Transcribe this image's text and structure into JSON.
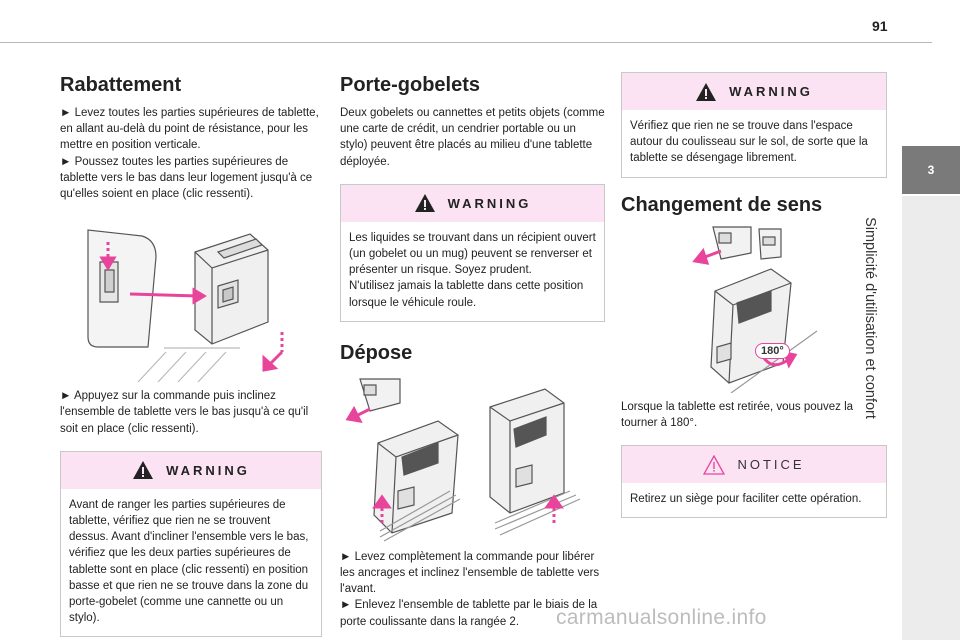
{
  "page": {
    "number": "91"
  },
  "side_tab": {
    "chapter": "3",
    "title": "Simplicité d'utilisation et confort"
  },
  "col1": {
    "heading": "Rabattement",
    "para1": "► Levez toutes les parties supérieures de tablette, en allant au-delà du point de résistance, pour les mettre en position verticale.",
    "para2": "► Poussez toutes les parties supérieures de tablette vers le bas dans leur logement jusqu'à ce qu'elles soient en place (clic ressenti).",
    "para3": "► Appuyez sur la commande puis inclinez l'ensemble de tablette vers le bas jusqu'à ce qu'il soit en place (clic ressenti).",
    "warning_title": "WARNING",
    "warning_body": "Avant de ranger les parties supérieures de tablette, vérifiez que rien ne se trouvent dessus. Avant d'incliner l'ensemble vers le bas, vérifiez que les deux parties supérieures de tablette sont en place (clic ressenti) en position basse et que rien ne se trouve dans la zone du porte-gobelet (comme une cannette ou un stylo)."
  },
  "col2": {
    "heading": "Porte-gobelets",
    "intro": "Deux gobelets ou cannettes et petits objets (comme une carte de crédit, un cendrier portable ou un stylo) peuvent être placés au milieu d'une tablette déployée.",
    "warning_title": "WARNING",
    "warning_line1": "Les liquides se trouvant dans un récipient ouvert (un gobelet ou un mug) peuvent se renverser et présenter un risque. Soyez prudent.",
    "warning_line2": "N'utilisez jamais la tablette dans cette position lorsque le véhicule roule.",
    "heading2": "Dépose",
    "para1": "► Levez complètement la commande pour libérer les ancrages et inclinez l'ensemble de tablette vers l'avant.",
    "para2": "► Enlevez l'ensemble de tablette par le biais de la porte coulissante dans la rangée 2."
  },
  "col3": {
    "warning_title": "WARNING",
    "warning_body": "Vérifiez que rien ne se trouve dans l'espace autour du coulisseau sur le sol, de sorte que la tablette se désengage librement.",
    "heading": "Changement de sens",
    "rotation_label": "180°",
    "para": "Lorsque la tablette est retirée, vous pouvez la tourner à 180°.",
    "notice_title": "NOTICE",
    "notice_body": "Retirez un siège pour faciliter cette opération."
  },
  "watermark": "carmanualsonline.info",
  "colors": {
    "warning_bg": "#fbe3f4",
    "arrow": "#e8449c",
    "side_tab": "#7a7a7a",
    "side_bar": "#ececec"
  }
}
